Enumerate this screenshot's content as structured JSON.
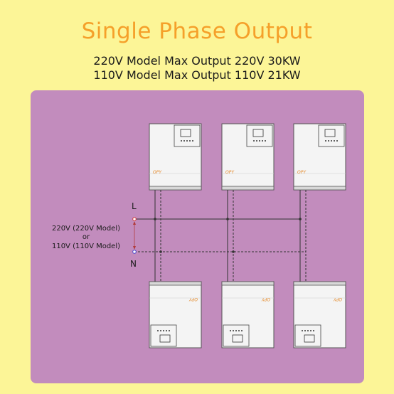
{
  "header": {
    "title": "Single Phase Output",
    "line1": "220V Model Max Output 220V 30KW",
    "line2": "110V Model Max Output 110V 21KW"
  },
  "diagram": {
    "label_L": "L",
    "label_N": "N",
    "voltage_line1": "220V (220V Model)",
    "voltage_line2": "or",
    "voltage_line3": "110V (110V Model)",
    "brand": "OPY",
    "colors": {
      "panel": "#c28cbd",
      "title": "#f5a02a",
      "wire": "#333333",
      "L_terminal": "#d23b3b",
      "N_terminal": "#4a4ad0"
    }
  }
}
